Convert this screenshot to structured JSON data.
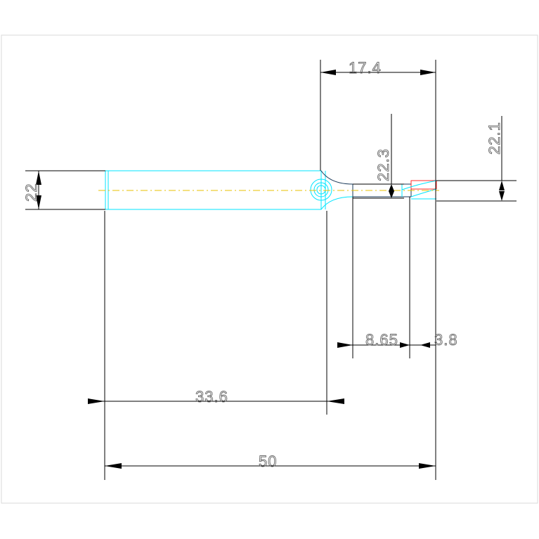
{
  "dimensions": {
    "top_length": "17.4",
    "left_diameter": "22",
    "neck_diameter": "22.3",
    "right_diameter": "22.1",
    "neck_length": "8.65",
    "tip_length": "3.8",
    "shaft_length": "33.6",
    "overall_length": "50"
  },
  "colors": {
    "dimension": "#000000",
    "part_outline": "#00e5ff",
    "center_line": "#e8c000",
    "highlight": "#ff2a2a",
    "dim_text": "#666666"
  }
}
